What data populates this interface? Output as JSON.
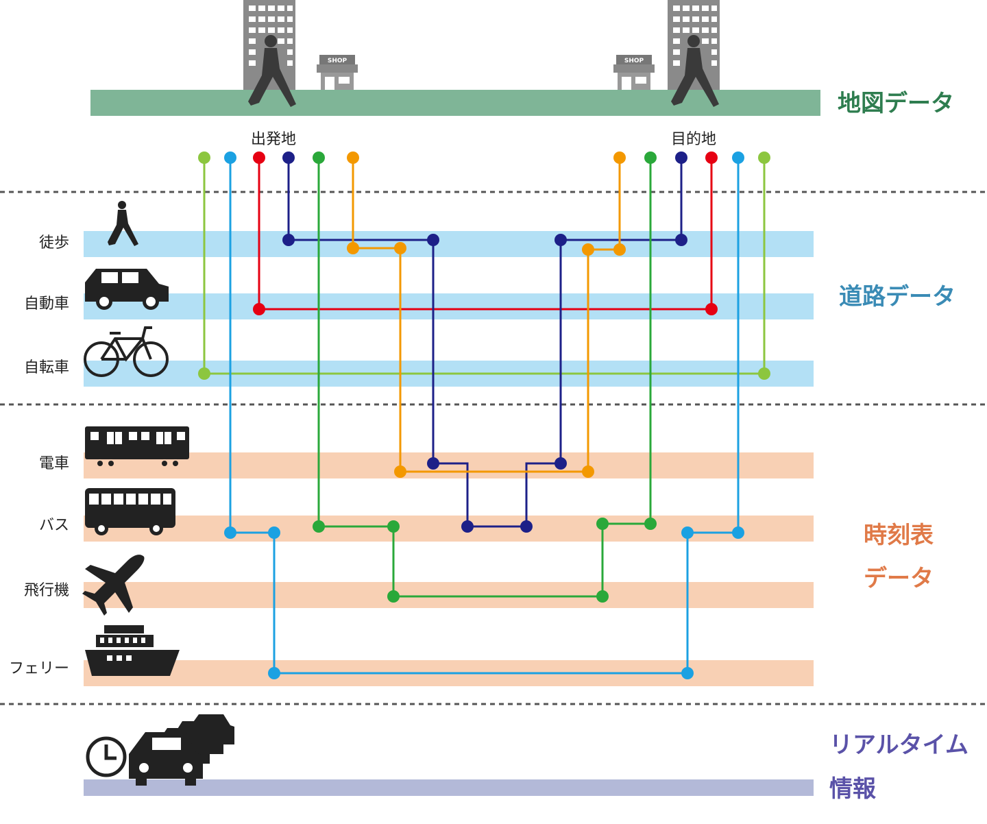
{
  "categories": {
    "map": {
      "label": "地図データ",
      "color": "#2e7d4f",
      "band_color": "#7fb597"
    },
    "road": {
      "label": "道路データ",
      "color": "#3a8bb5",
      "band_color": "#b3e0f5"
    },
    "timetable": {
      "label_line1": "時刻表",
      "label_line2": "データ",
      "color": "#e07a48",
      "band_color": "#f8d0b4"
    },
    "realtime": {
      "label_line1": "リアルタイム",
      "label_line2": "情報",
      "color": "#5a52a8",
      "band_color": "#b3b9d8"
    }
  },
  "places": {
    "origin": "出発地",
    "destination": "目的地",
    "shop_sign": "SHOP"
  },
  "modes": {
    "walk": "徒歩",
    "car": "自動車",
    "bicycle": "自転車",
    "train": "電車",
    "bus": "バス",
    "airplane": "飛行機",
    "ferry": "フェリー"
  },
  "icons": {
    "walk": "walking-person-icon",
    "car": "car-icon",
    "bicycle": "bicycle-icon",
    "train": "train-icon",
    "bus": "bus-icon",
    "airplane": "airplane-icon",
    "ferry": "ferry-icon",
    "clock": "clock-icon",
    "traffic": "traffic-jam-icon",
    "building": "office-building-icon",
    "shop": "shop-icon"
  },
  "route_colors": {
    "bicycle_route": "#8cc63f",
    "ferry_route": "#1ba1e2",
    "car_route": "#e60012",
    "train_route": "#1d2088",
    "airplane_route": "#2aa83a",
    "train_walk_route": "#f39800"
  }
}
